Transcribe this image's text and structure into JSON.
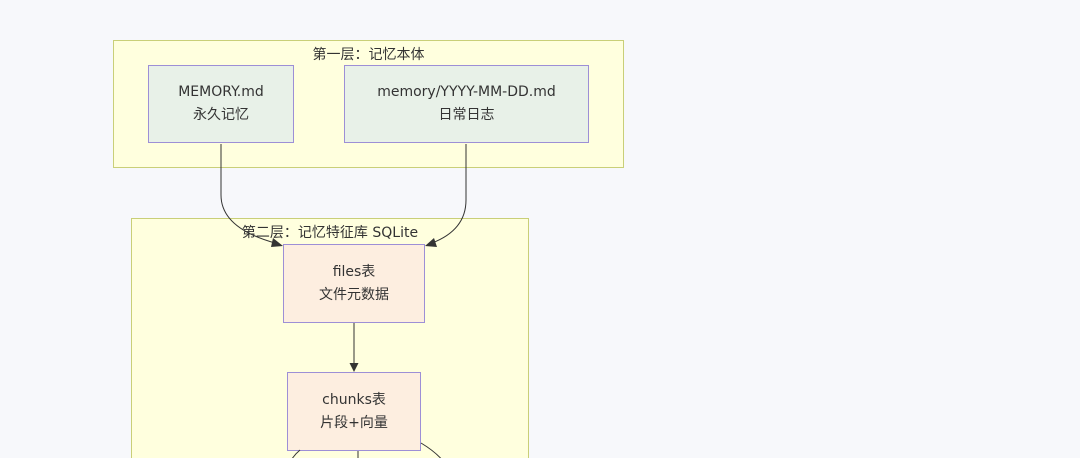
{
  "layer1": {
    "title": "第一层：记忆本体",
    "nodes": [
      {
        "line1": "MEMORY.md",
        "line2": "永久记忆"
      },
      {
        "line1": "memory/YYYY-MM-DD.md",
        "line2": "日常日志"
      }
    ]
  },
  "layer2": {
    "title": "第二层：记忆特征库 SQLite",
    "nodes": [
      {
        "line1": "files表",
        "line2": "文件元数据"
      },
      {
        "line1": "chunks表",
        "line2": "片段+向量"
      }
    ]
  },
  "colors": {
    "group_fill": "#ffffde",
    "group_border": "#c9cf78",
    "store_fill": "#e8f1e8",
    "table_fill": "#fdeee0",
    "node_border": "#9d8fd6",
    "edge": "#333333"
  }
}
